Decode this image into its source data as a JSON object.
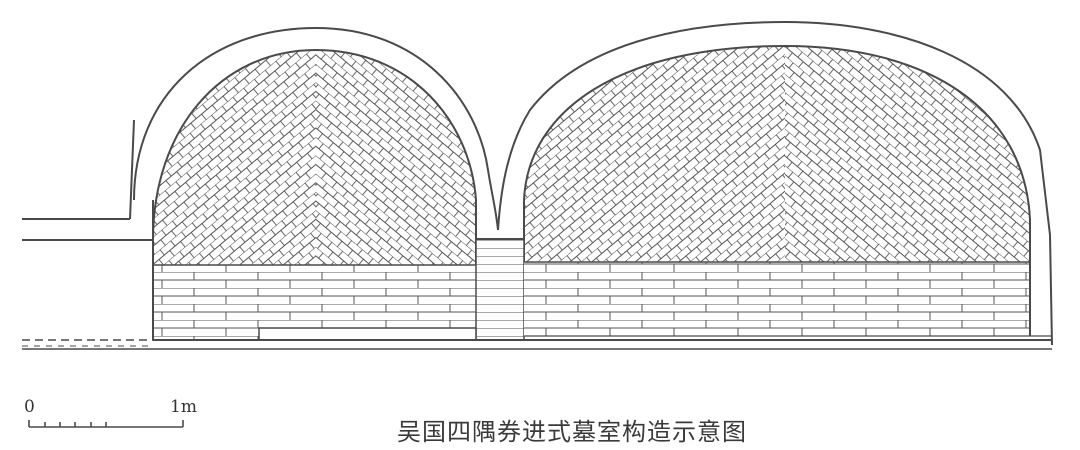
{
  "figure": {
    "caption": "吴国四隅券进式墓室构造示意图",
    "scale_bar": {
      "start_label": "0",
      "end_label": "1m",
      "minor_ticks": 5
    },
    "line_color": "#4a4a4a",
    "background": "#ffffff"
  },
  "structure": {
    "chambers": [
      {
        "name": "front-chamber",
        "type": "four-corner vaulted dome",
        "position": "left"
      },
      {
        "name": "rear-chamber",
        "type": "four-corner vaulted dome",
        "position": "right"
      }
    ],
    "elements": [
      "entrance-passage",
      "outer-arch-shell",
      "herringbone-vault-brickwork",
      "horizontal-wall-brickwork",
      "connecting-passage",
      "floor-platform",
      "base-line"
    ]
  }
}
